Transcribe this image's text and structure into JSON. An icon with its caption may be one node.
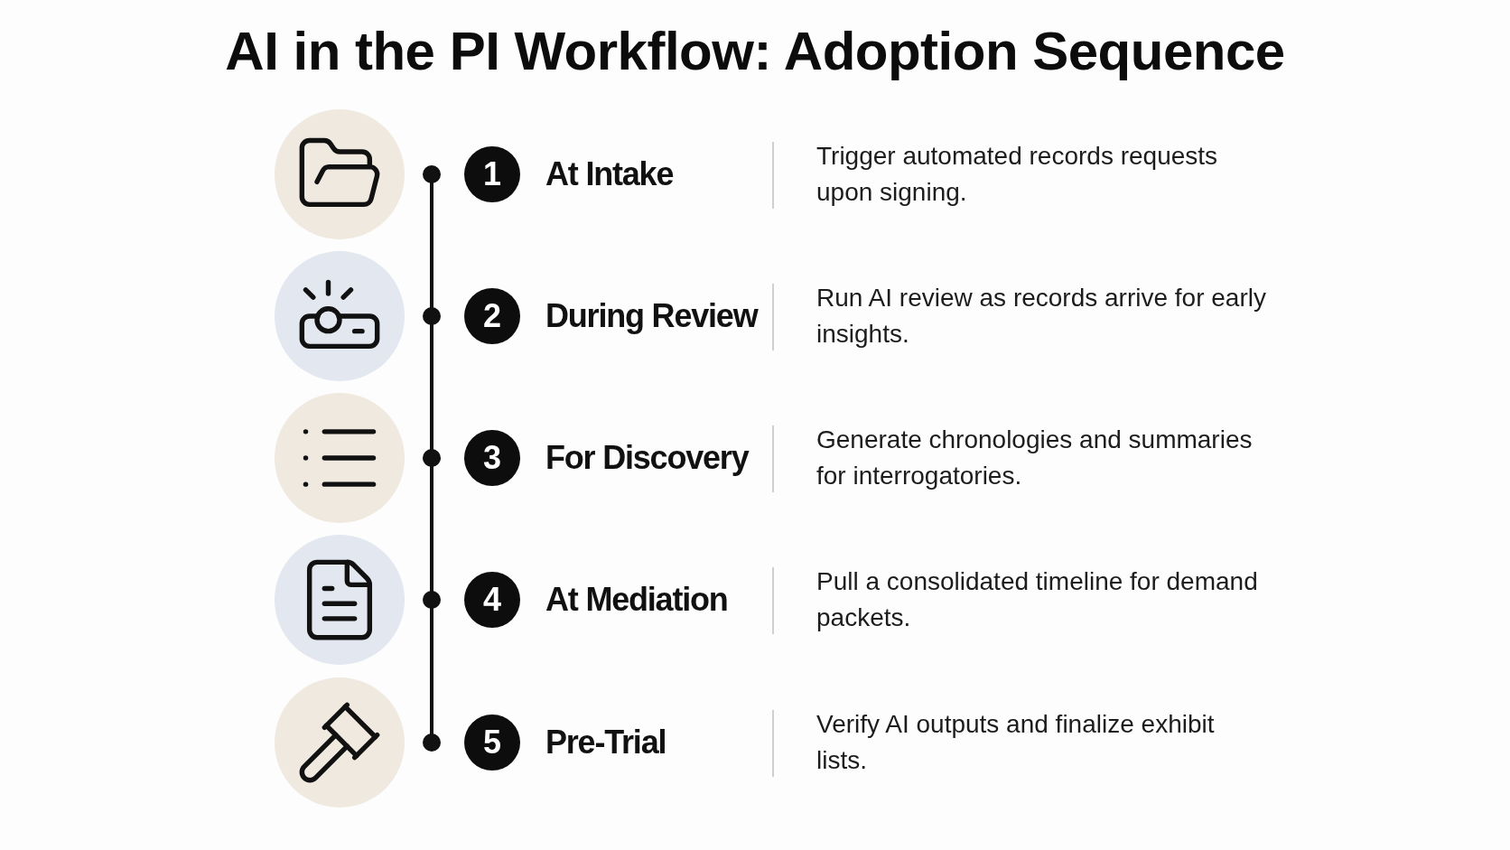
{
  "diagram": {
    "title": "AI in the PI Workflow: Adoption Sequence",
    "nodes": [
      {
        "text": [
          "1",
          "At Intake",
          "Trigger automated records requests upon signing."
        ]
      },
      {
        "text": [
          "2",
          "During Review",
          "Run AI review as records arrive for early insights."
        ]
      },
      {
        "text": [
          "3",
          "For Discovery",
          "Generate chronologies and summaries for interrogatories."
        ]
      },
      {
        "text": [
          "4",
          "At Mediation",
          "Pull a consolidated timeline for demand packets."
        ]
      },
      {
        "text": [
          "5",
          "Pre-Trial",
          "Verify AI outputs and finalize exhibit lists."
        ]
      }
    ],
    "edges": []
  }
}
